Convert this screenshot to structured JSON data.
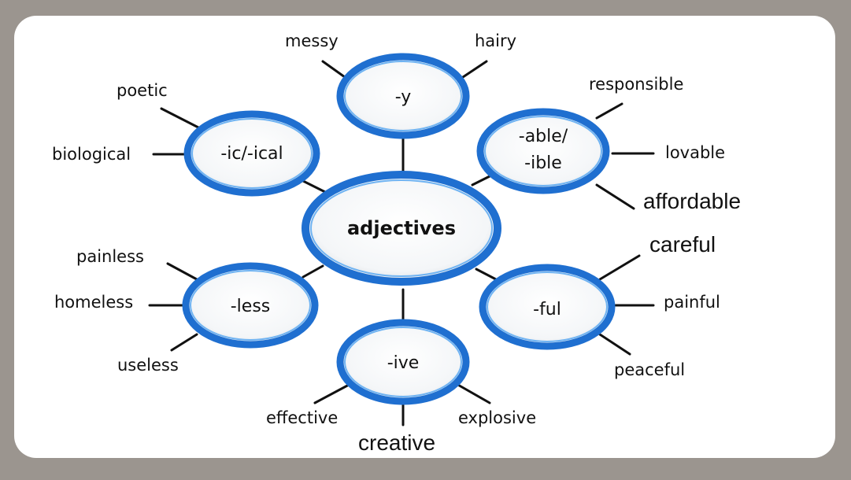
{
  "colors": {
    "frame": "#9b958f",
    "card": "#ffffff",
    "ring_outer": "#1f6fd0",
    "ring_inner": "#6fb3f2",
    "line": "#111111"
  },
  "center": {
    "label": "adjectives"
  },
  "suffixes": {
    "y": {
      "label": "-y",
      "words": [
        "messy",
        "hairy"
      ]
    },
    "ic": {
      "label": "-ic/-ical",
      "words": [
        "poetic",
        "biological"
      ]
    },
    "able": {
      "label_line1": "-able/",
      "label_line2": "-ible",
      "words": [
        "responsible",
        "lovable",
        "affordable"
      ]
    },
    "less": {
      "label": "-less",
      "words": [
        "painless",
        "homeless",
        "useless"
      ]
    },
    "ful": {
      "label": "-ful",
      "words": [
        "careful",
        "painful",
        "peaceful"
      ]
    },
    "ive": {
      "label": "-ive",
      "words": [
        "effective",
        "creative",
        "explosive"
      ]
    }
  }
}
